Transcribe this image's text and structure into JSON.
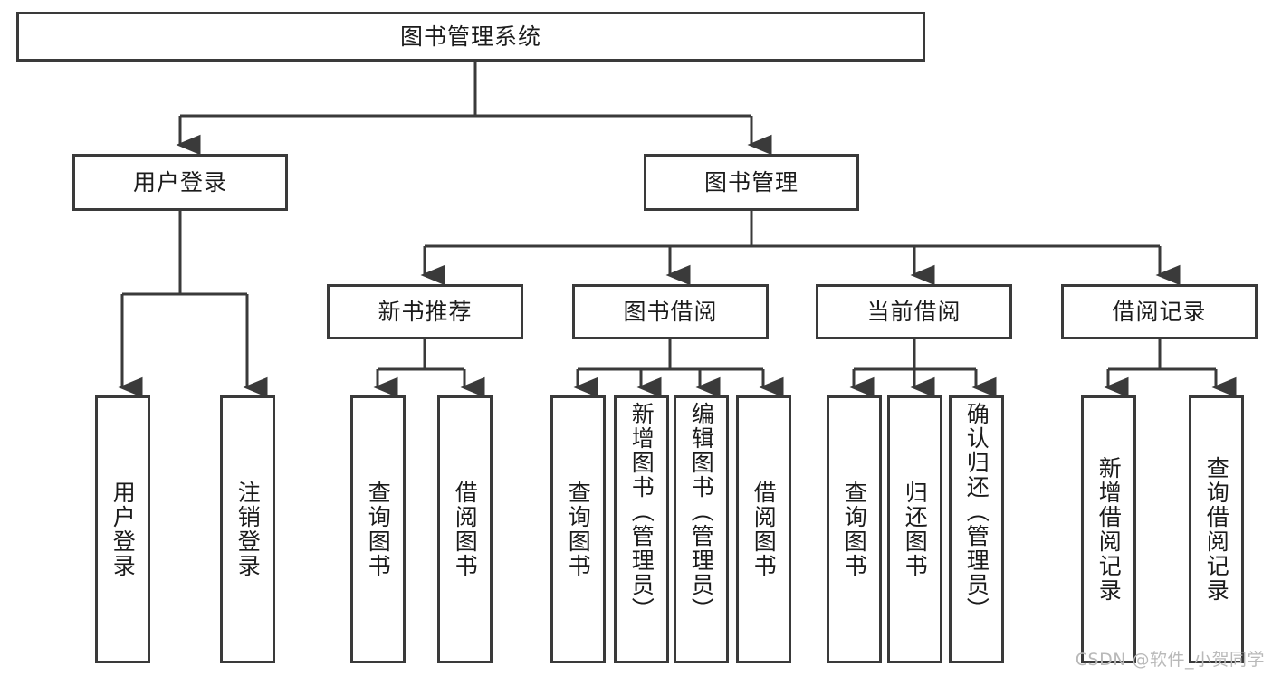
{
  "diagram": {
    "type": "tree",
    "title": "图书管理系统",
    "orientation": "top-down",
    "line_color": "#3a3a3a",
    "box_fill": "#ffffff",
    "text_color": "#1b1b1b",
    "root": {
      "label": "图书管理系统"
    },
    "level2": [
      {
        "label": "用户登录"
      },
      {
        "label": "图书管理"
      }
    ],
    "level3": [
      {
        "label": "新书推荐"
      },
      {
        "label": "图书借阅"
      },
      {
        "label": "当前借阅"
      },
      {
        "label": "借阅记录"
      }
    ],
    "leaves": {
      "user_login": [
        {
          "label": "用户登录"
        },
        {
          "label": "注销登录"
        }
      ],
      "new_book_recommend": [
        {
          "label": "查询图书"
        },
        {
          "label": "借阅图书"
        }
      ],
      "book_borrow": [
        {
          "label": "查询图书"
        },
        {
          "label": "新增图书（管理员）"
        },
        {
          "label": "编辑图书（管理员）"
        },
        {
          "label": "借阅图书"
        }
      ],
      "current_borrow": [
        {
          "label": "查询图书"
        },
        {
          "label": "归还图书"
        },
        {
          "label": "确认归还（管理员）"
        }
      ],
      "borrow_record": [
        {
          "label": "新增借阅记录"
        },
        {
          "label": "查询借阅记录"
        }
      ]
    }
  },
  "watermark": {
    "text": "CSDN @软件_小贺同学",
    "color": "#b9b9b9"
  }
}
